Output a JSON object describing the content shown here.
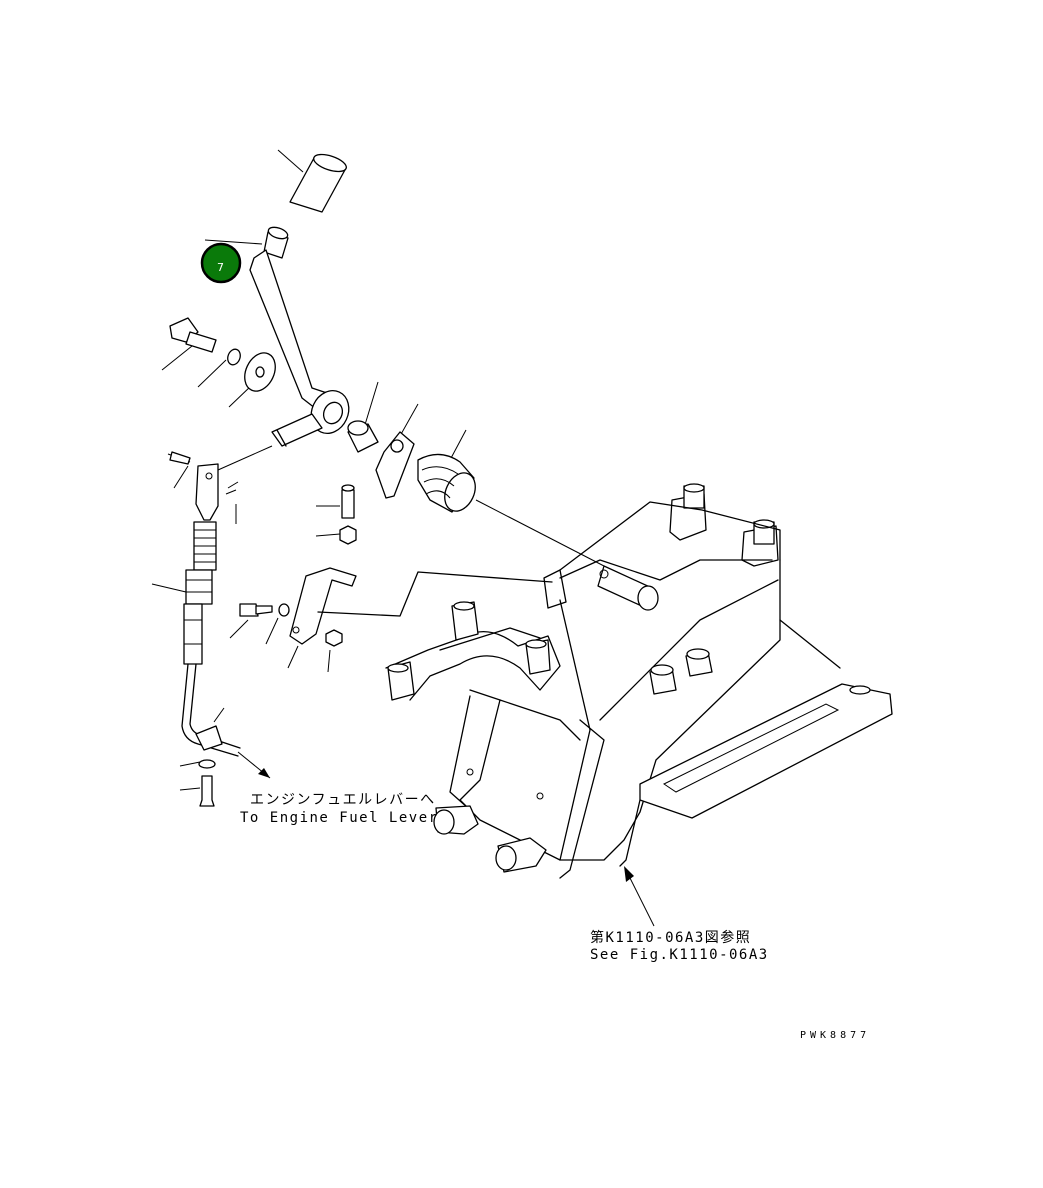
{
  "callout": {
    "number": "7",
    "color": "#0a7a0a"
  },
  "annotations": {
    "fuel_lever_ja": "エンジンフュエルレバーへ",
    "fuel_lever_en": "To Engine Fuel Lever",
    "see_fig_ja": "第K1110-06A3図参照",
    "see_fig_en": "See Fig.K1110-06A3"
  },
  "drawing_code": "PWK8877"
}
